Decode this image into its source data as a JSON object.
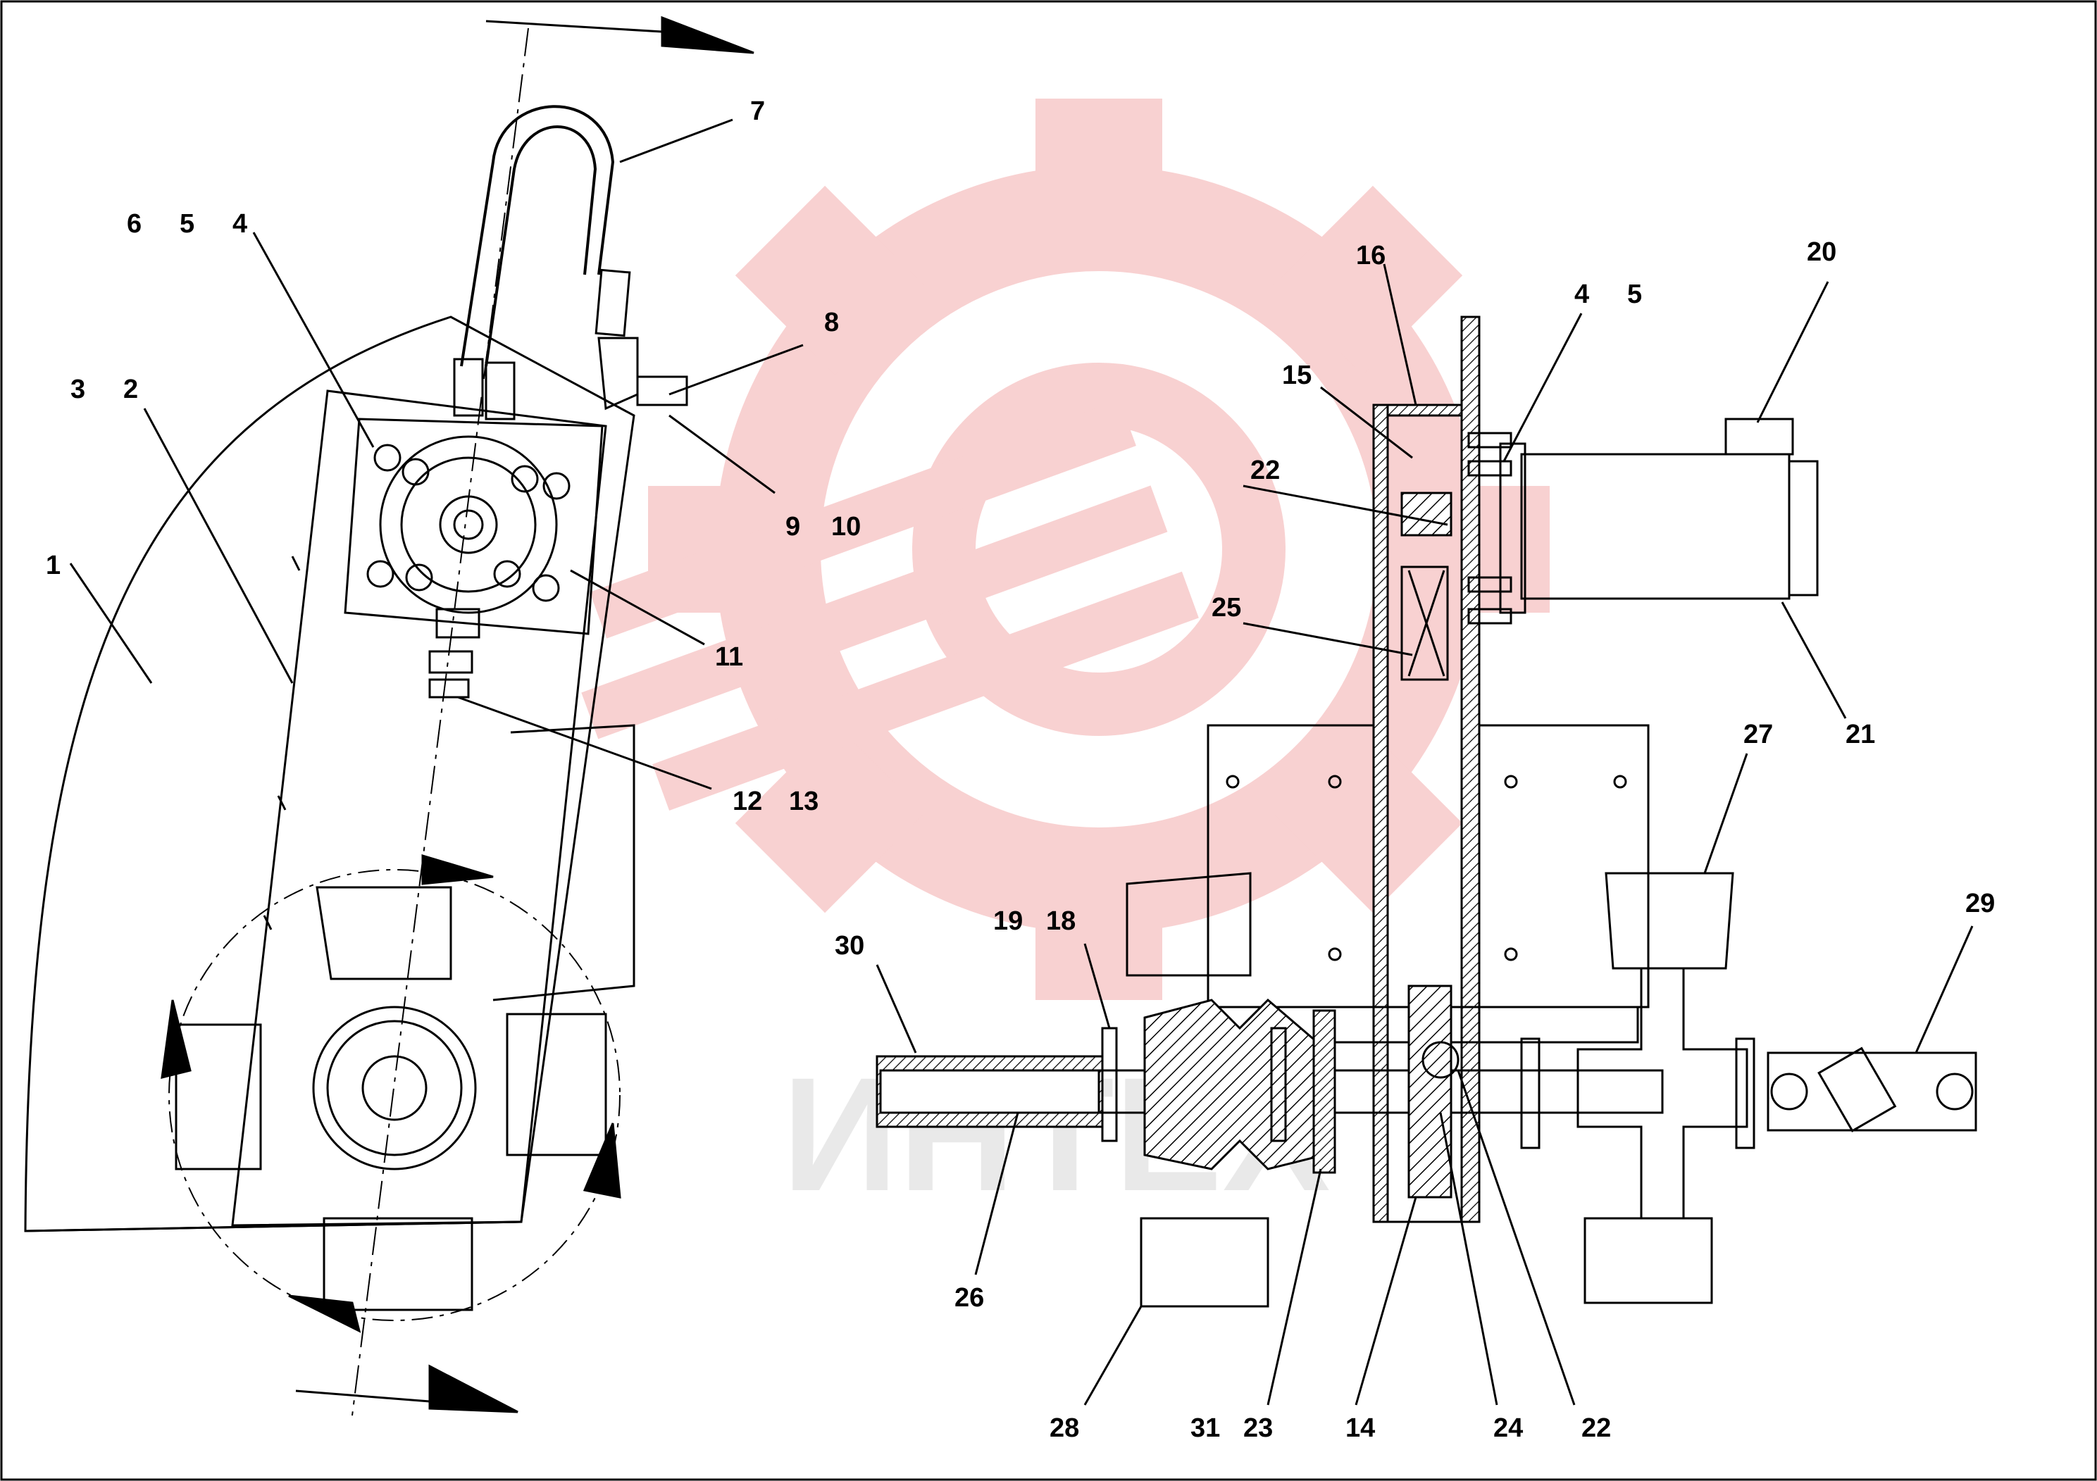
{
  "diagram": {
    "watermark": {
      "text": "ИНТЕХ",
      "gear_color": "#f7c9c9",
      "text_color": "#e6e6e6"
    },
    "line_color": "#000000",
    "labels": {
      "l1": "1",
      "l2": "2",
      "l3": "3",
      "l4a": "4",
      "l5a": "5",
      "l6": "6",
      "l7": "7",
      "l8": "8",
      "l9": "9",
      "l10": "10",
      "l11": "11",
      "l12": "12",
      "l13": "13",
      "l14": "14",
      "l15": "15",
      "l16": "16",
      "l18": "18",
      "l19": "19",
      "l20": "20",
      "l21": "21",
      "l22a": "22",
      "l22b": "22",
      "l23": "23",
      "l24": "24",
      "l25": "25",
      "l26": "26",
      "l27": "27",
      "l28": "28",
      "l29": "29",
      "l30": "30",
      "l31": "31",
      "l4b": "4",
      "l5b": "5"
    }
  }
}
